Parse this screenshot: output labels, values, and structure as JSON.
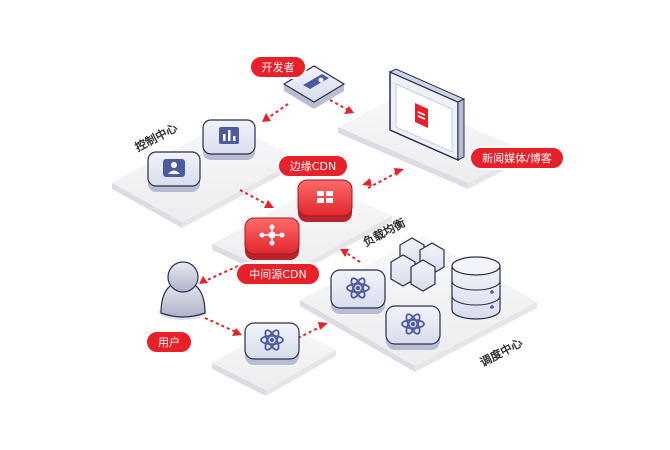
{
  "labels": {
    "developer": "开发者",
    "news_blog": "新闻媒体/博客",
    "edge_cdn": "边缘CDN",
    "mid_cdn": "中间源CDN",
    "user": "用户",
    "control_center": "控制中心",
    "load_balance": "负载均衡",
    "dispatch_center": "调度中心"
  },
  "colors": {
    "accent": "#e8202a",
    "platform": "#f1f1f3",
    "node": "#e6e8f4",
    "node_stroke": "#2a2f4c",
    "icon": "#4c5ba0"
  },
  "icons": {
    "developer": "id-card-icon",
    "console_chart": "bar-chart-icon",
    "console_user": "user-panel-icon",
    "monitor": "document-icon",
    "edge_cdn": "grid-icon",
    "mid_cdn": "network-hub-icon",
    "user": "person-icon",
    "atom": "atom-icon",
    "storage": "database-icon",
    "cluster": "hexagon-cluster-icon"
  }
}
